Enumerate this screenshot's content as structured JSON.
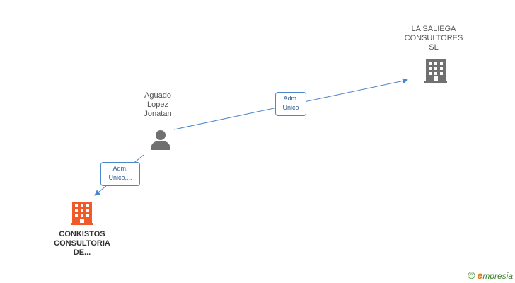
{
  "nodes": {
    "person": {
      "lines": [
        "Aguado",
        "Lopez",
        "Jonatan"
      ],
      "icon": "person-icon",
      "color": "#707070"
    },
    "company_top": {
      "lines": [
        "LA SALIEGA",
        "CONSULTORES",
        "SL"
      ],
      "icon": "building-icon",
      "color": "#707070"
    },
    "company_focus": {
      "lines": [
        "CONKISTOS",
        "CONSULTORIA",
        "DE..."
      ],
      "icon": "building-icon",
      "color": "#f05a28"
    }
  },
  "relations": {
    "to_top": {
      "lines": [
        "Adm.",
        "Unico"
      ]
    },
    "to_focus": {
      "lines": [
        "Adm.",
        "Unico,..."
      ]
    }
  },
  "colors": {
    "edge": "#4a86c8",
    "focus": "#f05a28",
    "neutral": "#707070"
  },
  "watermark": {
    "symbol": "©",
    "brand_initial": "e",
    "brand_rest": "mpresia"
  }
}
